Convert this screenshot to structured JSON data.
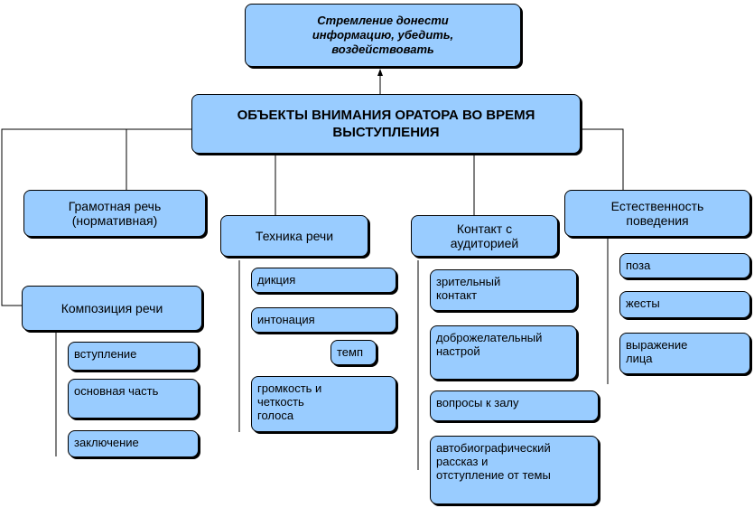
{
  "goal": "Стремление донести\nинформацию, убедить,\nвоздействовать",
  "main_title": "ОБЪЕКТЫ ВНИМАНИЯ ОРАТОРА ВО ВРЕМЯ\nВЫСТУПЛЕНИЯ",
  "categories": {
    "literate": "Грамотная речь\n(нормативная)",
    "technique": "Техника речи",
    "contact": "Контакт с\nаудиторией",
    "natural": "Естественность\nповедения",
    "composition": "Композиция речи"
  },
  "composition_items": [
    "вступление",
    "основная часть",
    "заключение"
  ],
  "technique_items": [
    "дикция",
    "интонация",
    "темп",
    "громкость и\nчеткость\nголоса"
  ],
  "contact_items": [
    "зрительный\nконтакт",
    "доброжелательный\nнастрой",
    "вопросы к залу",
    "автобиографический\nрассказ и\nотступление от темы"
  ],
  "natural_items": [
    "поза",
    "жесты",
    "выражение\nлица"
  ]
}
